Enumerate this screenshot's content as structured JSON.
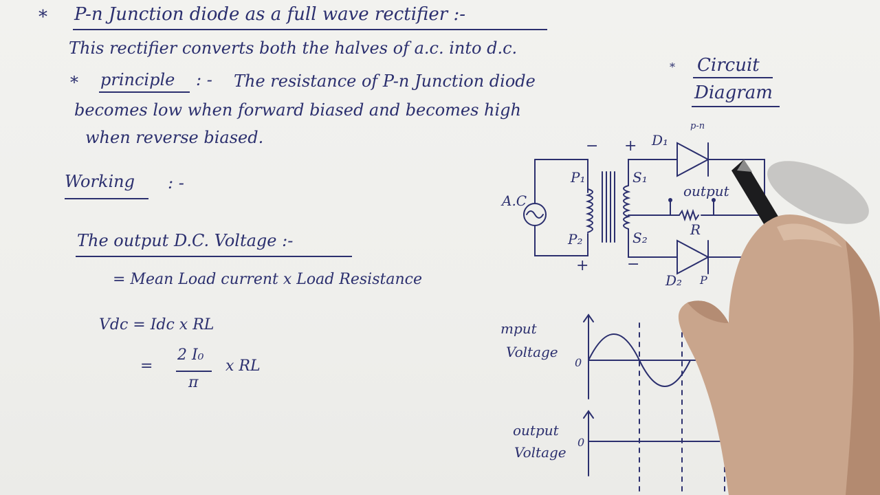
{
  "notes": {
    "heading_star": "*",
    "heading": "P-n Junction diode as a full wave rectifier :-",
    "intro": "This rectifier converts both the halves of a.c. into d.c.",
    "principle_star": "*",
    "principle_label": "principle",
    "principle_colon": ": -",
    "principle_line1": "The resistance of P-n Junction diode",
    "principle_line2": "becomes low when forward biased and becomes high",
    "principle_line3": "when reverse biased.",
    "working_label": "Working",
    "working_colon": ": -",
    "output_heading": "The output D.C. Voltage :-",
    "eq1": "= Mean Load current x Load Resistance",
    "eq2": "Vdc = Idc x RL",
    "eq3_eq": "=",
    "eq3_num": "2 I₀",
    "eq3_den": "π",
    "eq3_times": "x RL"
  },
  "circuit": {
    "star": "*",
    "title_line1": "Circuit",
    "title_line2": "Diagram",
    "ac_label": "A.C",
    "p1": "P₁",
    "p2": "P₂",
    "s1": "S₁",
    "s2": "S₂",
    "d1": "D₁",
    "d2": "D₂",
    "pn_top": "p-n",
    "pn_bottom": "P",
    "output_label": "output",
    "r_label": "R",
    "sign_minus_top": "−",
    "sign_plus_top": "+",
    "sign_plus_bottom": "+",
    "sign_minus_bottom": "−"
  },
  "waveforms": {
    "input_label_line1": "mput",
    "input_label_line2": "Voltage",
    "output_label_line1": "output",
    "output_label_line2": "Voltage",
    "zero_input": "0",
    "zero_output": "0"
  }
}
